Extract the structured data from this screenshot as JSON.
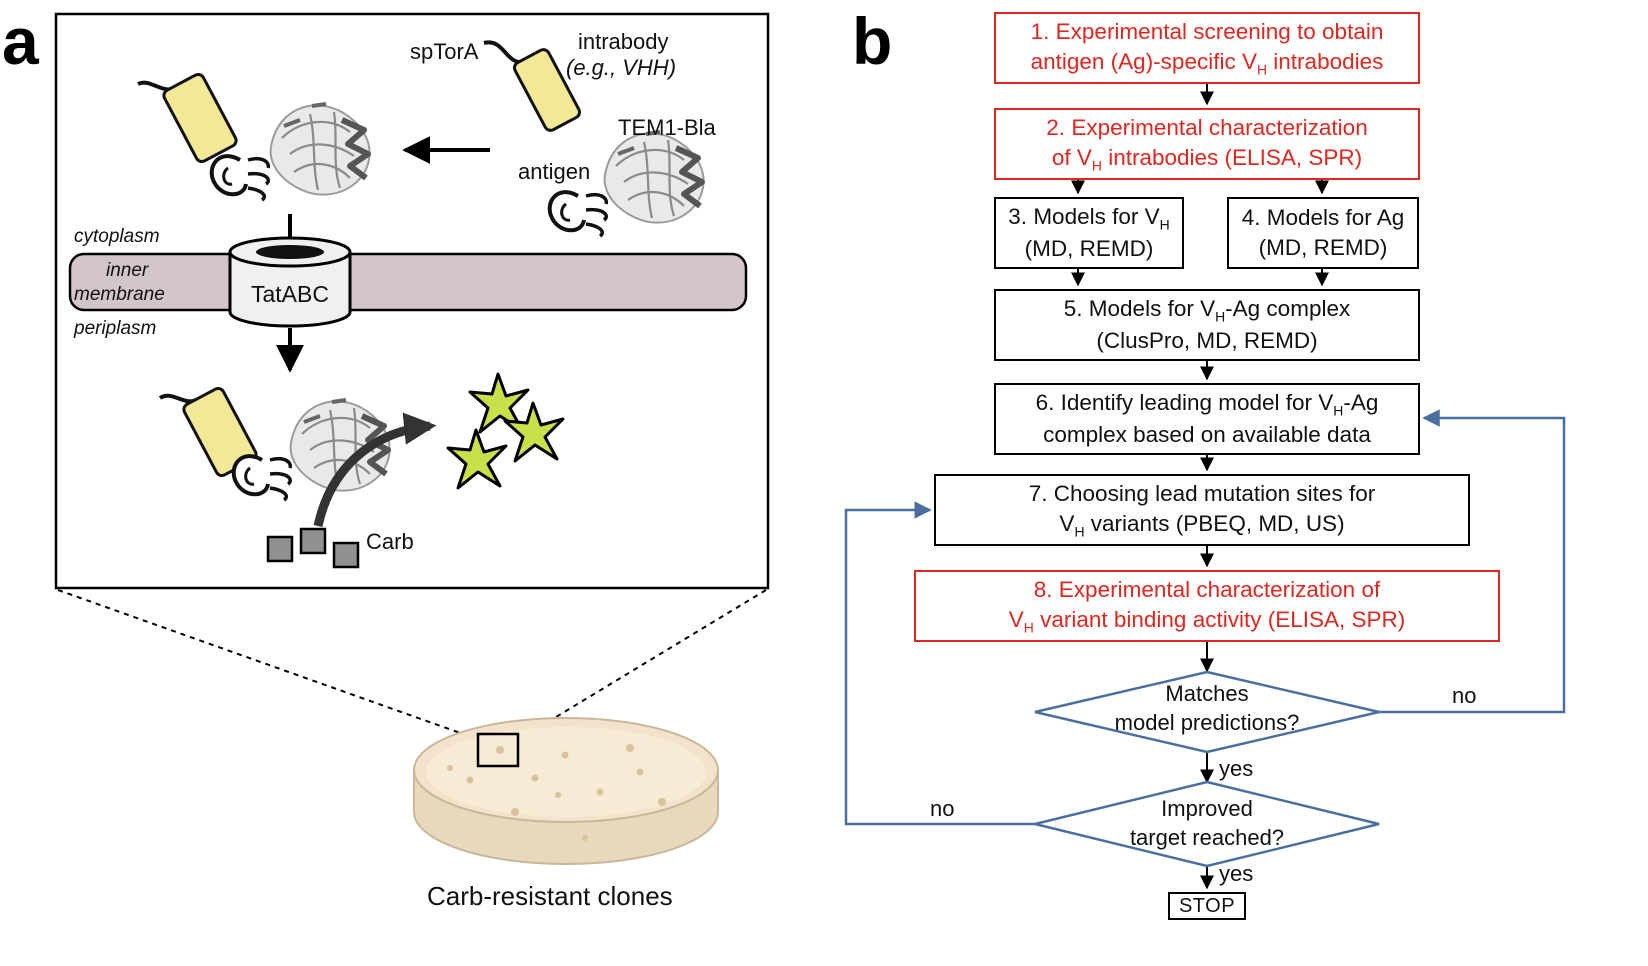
{
  "panel_a": {
    "letter": "a",
    "labels": {
      "sptora": "spTorA",
      "intrabody": "intrabody",
      "intrabody_example": "(e.g., VHH)",
      "tem1": "TEM1-Bla",
      "antigen": "antigen",
      "cytoplasm": "cytoplasm",
      "inner": "inner",
      "membrane": "membrane",
      "periplasm": "periplasm",
      "tatabc": "TatABC",
      "carb": "Carb",
      "caption": "Carb-resistant clones"
    },
    "colors": {
      "intrabody_fill": "#f2e896",
      "membrane_fill": "#d2c6c8",
      "star_fill": "#c9e04a",
      "carb_fill": "#909090",
      "dish_fill": "#f3e3cc"
    }
  },
  "panel_b": {
    "letter": "b",
    "steps": [
      {
        "lines": [
          "1. Experimental screening to obtain",
          "antigen (Ag)-specific V_H intrabodies"
        ],
        "color": "red"
      },
      {
        "lines": [
          "2. Experimental characterization",
          "of V_H intrabodies (ELISA, SPR)"
        ],
        "color": "red"
      },
      {
        "lines": [
          "3. Models for V_H",
          "(MD, REMD)"
        ],
        "color": "black"
      },
      {
        "lines": [
          "4. Models for Ag",
          "(MD, REMD)"
        ],
        "color": "black"
      },
      {
        "lines": [
          "5. Models for V_H-Ag complex",
          "(ClusPro, MD, REMD)"
        ],
        "color": "black"
      },
      {
        "lines": [
          "6. Identify leading model for V_H-Ag",
          "complex based on available data"
        ],
        "color": "black"
      },
      {
        "lines": [
          "7. Choosing lead mutation sites for",
          "V_H variants (PBEQ, MD, US)"
        ],
        "color": "black"
      },
      {
        "lines": [
          "8. Experimental characterization of",
          "V_H variant binding activity (ELISA, SPR)"
        ],
        "color": "red"
      }
    ],
    "decisions": [
      {
        "lines": [
          "Matches",
          "model predictions?"
        ],
        "yes": "yes",
        "no": "no"
      },
      {
        "lines": [
          "Improved",
          "target reached?"
        ],
        "yes": "yes",
        "no": "no"
      }
    ],
    "stop": "STOP",
    "colors": {
      "red": "#e0271f",
      "loop": "#4a6f9e"
    }
  }
}
